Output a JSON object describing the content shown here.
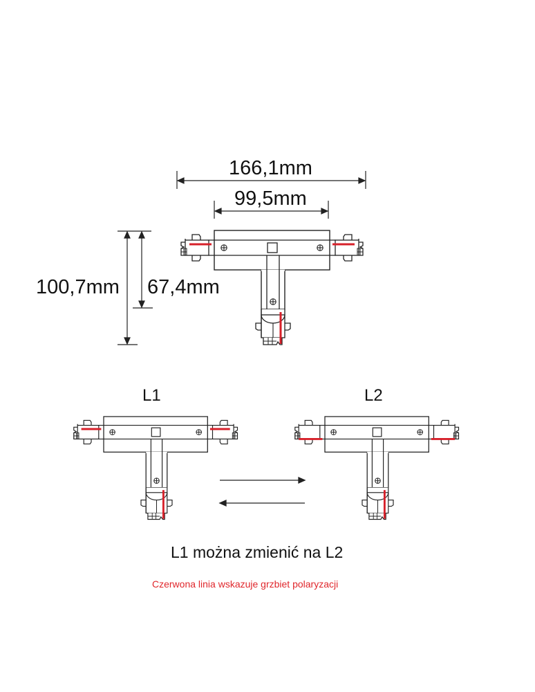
{
  "dimensions": {
    "total_width": "166,1mm",
    "body_width": "99,5mm",
    "total_height": "100,7mm",
    "body_height": "67,4mm"
  },
  "variants": {
    "left": {
      "label": "L1"
    },
    "right": {
      "label": "L2"
    }
  },
  "arrows": {
    "top": "arrow-right",
    "bottom": "arrow-left"
  },
  "caption": "L1 można zmienić na L2",
  "note": "Czerwona linia wskazuje grzbiet polaryzacji",
  "colors": {
    "outline": "#222222",
    "polarity_line": "#d7202a",
    "note_text": "#e0262b"
  }
}
